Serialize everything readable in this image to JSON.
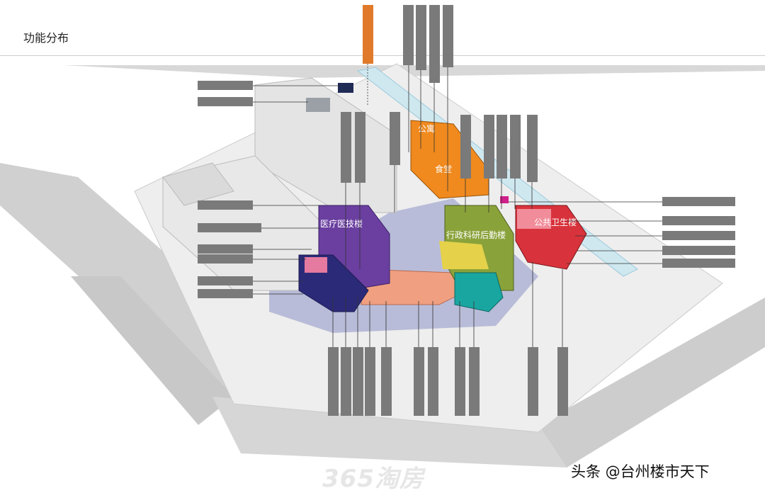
{
  "title": "功能分布",
  "watermark": "365淘房",
  "source_credit": "头条 @台州楼市天下",
  "buildings": {
    "medical_tech": "医疗医技楼",
    "admin_research": "行政科研后勤楼",
    "public_health": "公共卫生楼",
    "canteen": "食堂",
    "dormitory": "公寓"
  },
  "colors": {
    "label_box": "#7a7a7a",
    "accent_label": "#e07a2a",
    "leader_line": "#333333",
    "medical_tech": "#6a3fa0",
    "admin_research": "#8aa23a",
    "public_health": "#d8333c",
    "canteen": "#f08a1e",
    "podium": "#f0a080",
    "teal_block": "#1aa6a0",
    "ground": "#b8bcd8",
    "existing": "#e3e3e3",
    "road": "#cfcfcf"
  }
}
